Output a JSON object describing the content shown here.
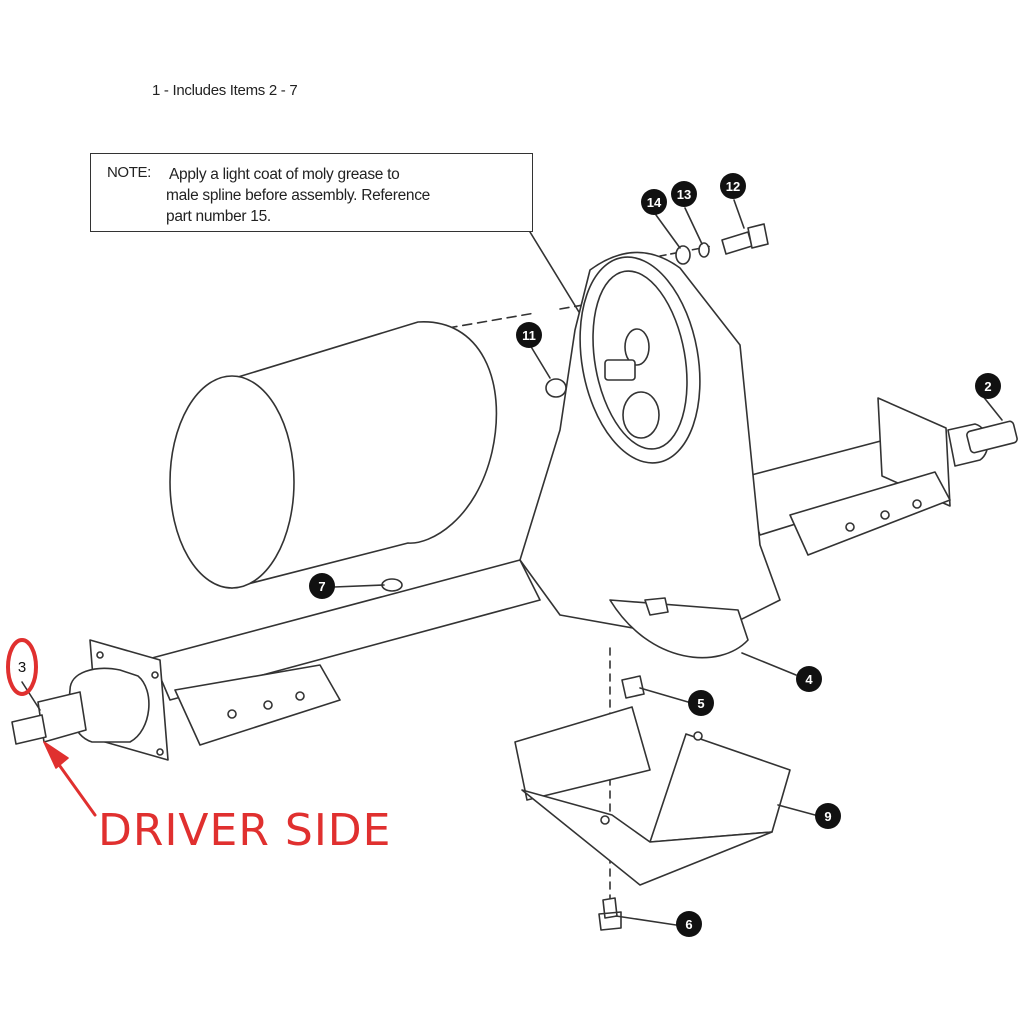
{
  "header_note": "1 - Includes Items 2 - 7",
  "note_box": {
    "label": "NOTE:",
    "lines": [
      "Apply a light coat of moly grease to",
      "male spline before assembly. Reference",
      "part number 15."
    ]
  },
  "callouts": [
    {
      "id": "2",
      "label": "2"
    },
    {
      "id": "3",
      "label": "3"
    },
    {
      "id": "4",
      "label": "4"
    },
    {
      "id": "5",
      "label": "5"
    },
    {
      "id": "6",
      "label": "6"
    },
    {
      "id": "7",
      "label": "7"
    },
    {
      "id": "9",
      "label": "9"
    },
    {
      "id": "11",
      "label": "11"
    },
    {
      "id": "12",
      "label": "12"
    },
    {
      "id": "13",
      "label": "13"
    },
    {
      "id": "14",
      "label": "14"
    }
  ],
  "annotation": {
    "text": "DRIVER SIDE",
    "color": "#e0302f"
  },
  "colors": {
    "line": "#333333",
    "callout_fill": "#111111",
    "highlight": "#e0302f"
  }
}
